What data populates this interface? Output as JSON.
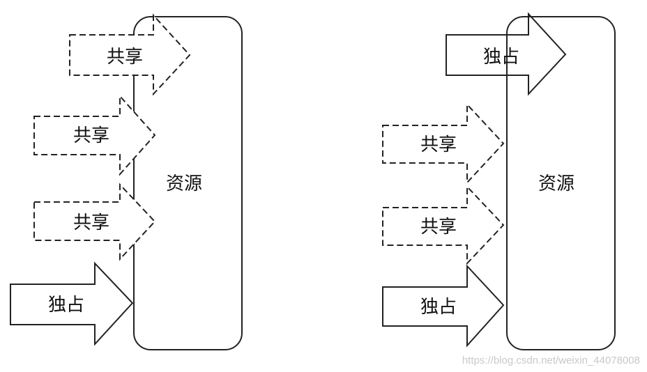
{
  "labels": {
    "shared": "共享",
    "exclusive": "独占",
    "resource": "资源"
  },
  "watermark": "https://blog.csdn.net/weixin_44078008"
}
